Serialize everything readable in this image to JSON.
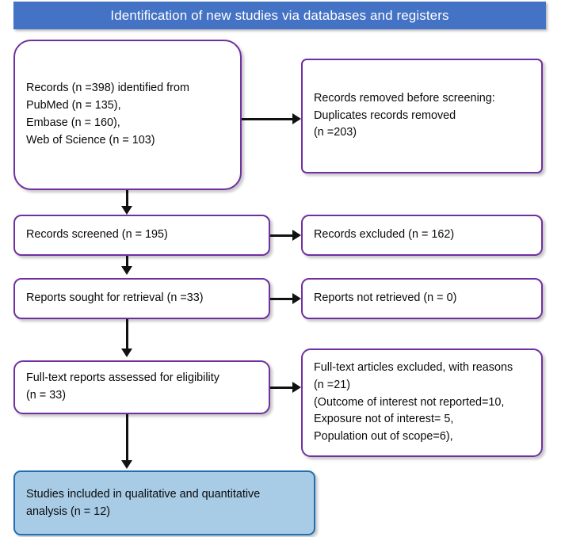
{
  "header": {
    "title": "Identification of new studies via databases and registers",
    "background_color": "#4472C4",
    "text_color": "#FFFFFF"
  },
  "theme": {
    "box_border_color": "#7030A0",
    "box_fill_color": "#FFFFFF",
    "included_fill_color": "#A8CCE6",
    "included_border_color": "#1F6FB2",
    "connector_color": "#111111"
  },
  "flow": {
    "identification": {
      "label": "Records (n =398) identified from\nPubMed (n = 135),\nEmbase (n = 160),\nWeb of Science (n = 103)"
    },
    "duplicates_removed": {
      "label": "Records removed before screening:\nDuplicates records removed\n (n =203)"
    },
    "records_screened": {
      "label": "Records screened (n =  195)"
    },
    "records_excluded": {
      "label": "Records excluded (n = 162)"
    },
    "reports_sought": {
      "label": "Reports sought for retrieval (n =33)"
    },
    "reports_not_retrieved": {
      "label": "Reports not retrieved (n = 0)"
    },
    "full_text_assessed": {
      "label": "Full-text reports assessed for eligibility\n(n = 33)"
    },
    "full_text_excluded": {
      "label": "Full-text articles excluded, with reasons\n(n  =21)\n(Outcome of interest not reported=10,\nExposure not of interest= 5,\n Population out of scope=6),"
    },
    "studies_included": {
      "label": "Studies included in qualitative and quantitative\nanalysis (n = 12)"
    }
  },
  "counts": {
    "identified_total": 398,
    "pubmed": 135,
    "embase": 160,
    "web_of_science": 103,
    "duplicates_removed": 203,
    "records_screened": 195,
    "records_excluded": 162,
    "reports_sought": 33,
    "reports_not_retrieved": 0,
    "full_text_assessed": 33,
    "full_text_excluded": 21,
    "reason_outcome_not_reported": 10,
    "reason_exposure_not_of_interest": 5,
    "reason_population_out_of_scope": 6,
    "studies_included": 12
  }
}
